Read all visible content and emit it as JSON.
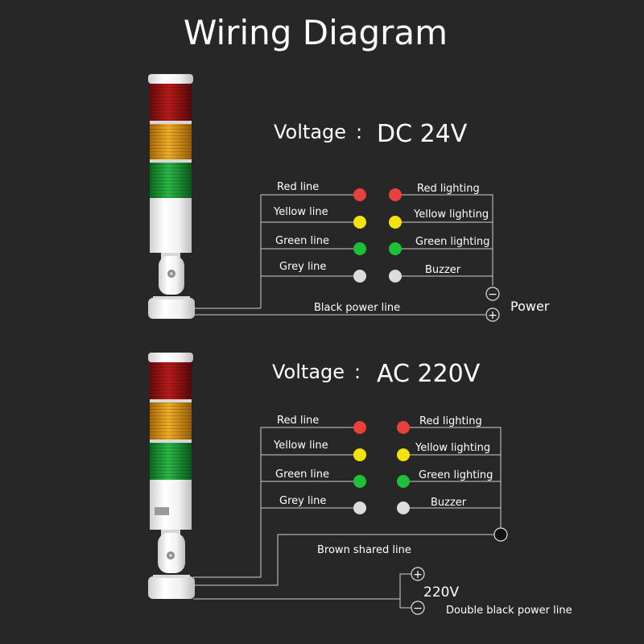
{
  "title": "Wiring Diagram",
  "colors": {
    "red": "#e8403a",
    "yellow": "#f2e20e",
    "green": "#1fbf3a",
    "grey": "#dcdcdc",
    "tower_red": "#a01414",
    "tower_orange": "#e09a16",
    "tower_green": "#1c9a32",
    "background": "#272727"
  },
  "diagrams": [
    {
      "id": "dc",
      "voltage_label": "Voltage",
      "voltage_sep": ":",
      "voltage_value": "DC 24V",
      "lines": [
        {
          "left": "Red line",
          "right": "Red lighting",
          "color": "red"
        },
        {
          "left": "Yellow line",
          "right": "Yellow lighting",
          "color": "yellow"
        },
        {
          "left": "Green line",
          "right": "Green lighting",
          "color": "green"
        },
        {
          "left": "Grey line",
          "right": "Buzzer",
          "color": "grey"
        }
      ],
      "power_line_label": "Black power line",
      "minus_symbol": "−",
      "plus_symbol": "+",
      "power_label": "Power"
    },
    {
      "id": "ac",
      "voltage_label": "Voltage",
      "voltage_sep": ":",
      "voltage_value": "AC 220V",
      "lines": [
        {
          "left": "Red line",
          "right": "Red lighting",
          "color": "red"
        },
        {
          "left": "Yellow line",
          "right": "Yellow lighting",
          "color": "yellow"
        },
        {
          "left": "Green line",
          "right": "Green lighting",
          "color": "green"
        },
        {
          "left": "Grey line",
          "right": "Buzzer",
          "color": "grey"
        }
      ],
      "shared_line_label": "Brown shared line",
      "plus_symbol": "+",
      "minus_symbol": "−",
      "supply_voltage": "220V",
      "double_power_label": "Double black power line"
    }
  ]
}
